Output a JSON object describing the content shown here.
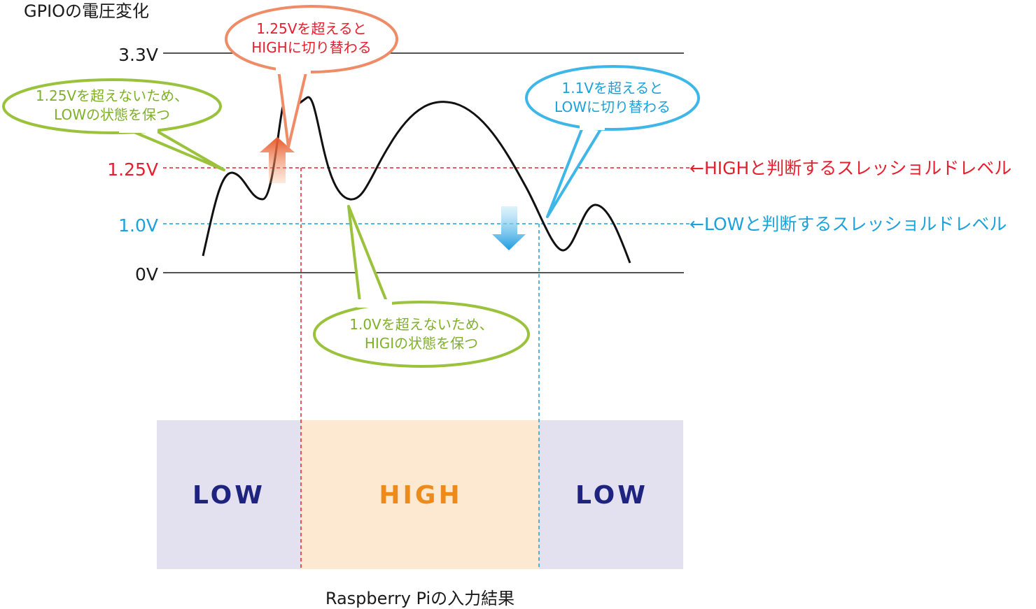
{
  "title": "GPIOの電圧変化",
  "voltage_labels": {
    "v33": "3.3V",
    "v125": "1.25V",
    "v10": "1.0V",
    "v0": "0V"
  },
  "callouts": {
    "orange": {
      "line1": "1.25Vを超えると",
      "line2": "HIGHに切り替わる"
    },
    "green_top": {
      "line1": "1.25Vを超えないため、",
      "line2": "LOWの状態を保つ"
    },
    "blue": {
      "line1": "1.1Vを超えると",
      "line2": "LOWに切り替わる"
    },
    "green_bottom": {
      "line1": "1.0Vを超えないため、",
      "line2": "HIGIの状態を保つ"
    }
  },
  "thresholds": {
    "high": "←HIGHと判断するスレッショルドレベル",
    "low": "←LOWと判断するスレッショルドレベル"
  },
  "result_blocks": [
    {
      "label": "LOW",
      "state": "low"
    },
    {
      "label": "HIGH",
      "state": "high"
    },
    {
      "label": "LOW",
      "state": "low"
    }
  ],
  "caption": "Raspberry Piの入力結果",
  "colors": {
    "high_threshold": "#e5202e",
    "low_threshold": "#1ba1dc",
    "green_callout": "#9bc23c",
    "orange_callout": "#ef8c67",
    "blue_callout": "#3fb6e8",
    "low_text": "#1f2380",
    "high_text": "#ee8a1a",
    "low_fill": "#e3e1f0",
    "high_fill": "#fde9d2"
  }
}
